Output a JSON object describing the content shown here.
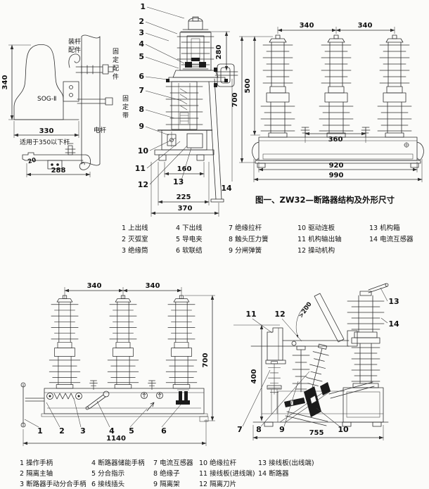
{
  "colors": {
    "background": "#fbfbf9",
    "line": "#2e2e2e",
    "text": "#111111"
  },
  "mount": {
    "model": "SOG-Ⅱ",
    "dim_h": "340",
    "dim_w": "330",
    "fit_top_1": "装杆",
    "fit_top_2": "配件",
    "fit_fix": "固定配件",
    "band": "固定带",
    "pole": "电杆",
    "note": "适用于350以下杆",
    "dim_b_h": "20",
    "dim_b_w": "288"
  },
  "section": {
    "callouts": [
      "1",
      "2",
      "3",
      "4",
      "5",
      "6",
      "7",
      "8",
      "9",
      "10",
      "11",
      "12",
      "13",
      "14"
    ],
    "dim_top": "280",
    "dim_w1": "160",
    "dim_w2": "225",
    "dim_w3": "370"
  },
  "front": {
    "dim_p1": "340",
    "dim_p2": "340",
    "dim_h1": "500",
    "dim_h2": "700",
    "dim_w1": "360",
    "dim_w2": "920",
    "dim_w3": "990",
    "caption": "图一、ZW32—断路器结构及外形尺寸"
  },
  "legend1": [
    "1 上出线",
    "2 灭弧室",
    "3 绝缘筒",
    "4 下出线",
    "5 导电夹",
    "6 软联结",
    "7 绝缘拉杆",
    "8 触头压力簧",
    "9 分闸弹簧",
    "10 驱动连板",
    "11 机构输出轴",
    "12 操动机构",
    "13 机构箱",
    "14 电流互感器"
  ],
  "bottom_front": {
    "dim_p1": "340",
    "dim_p2": "340",
    "dim_h": "700",
    "dim_w": "1140",
    "callouts": [
      "1",
      "2",
      "3",
      "4",
      "5",
      "6"
    ]
  },
  "side": {
    "angle": ">200",
    "dim_h": "400",
    "dim_w": "755",
    "callouts": [
      "7",
      "8",
      "9",
      "10",
      "11",
      "12",
      "13",
      "14"
    ]
  },
  "legend2": [
    "1 操作手柄",
    "2 隔离主轴",
    "3 断路器手动分合手柄",
    "4 断路器储能手柄",
    "5 分合指示",
    "6 接线插头",
    "7 电流互感器",
    "8 绝缘子",
    "9 隔离架",
    "10 绝缘拉杆",
    "11 接线板(进线端)",
    "12 隔离刀片",
    "13 接线板(出线端)",
    "14 断路器"
  ]
}
